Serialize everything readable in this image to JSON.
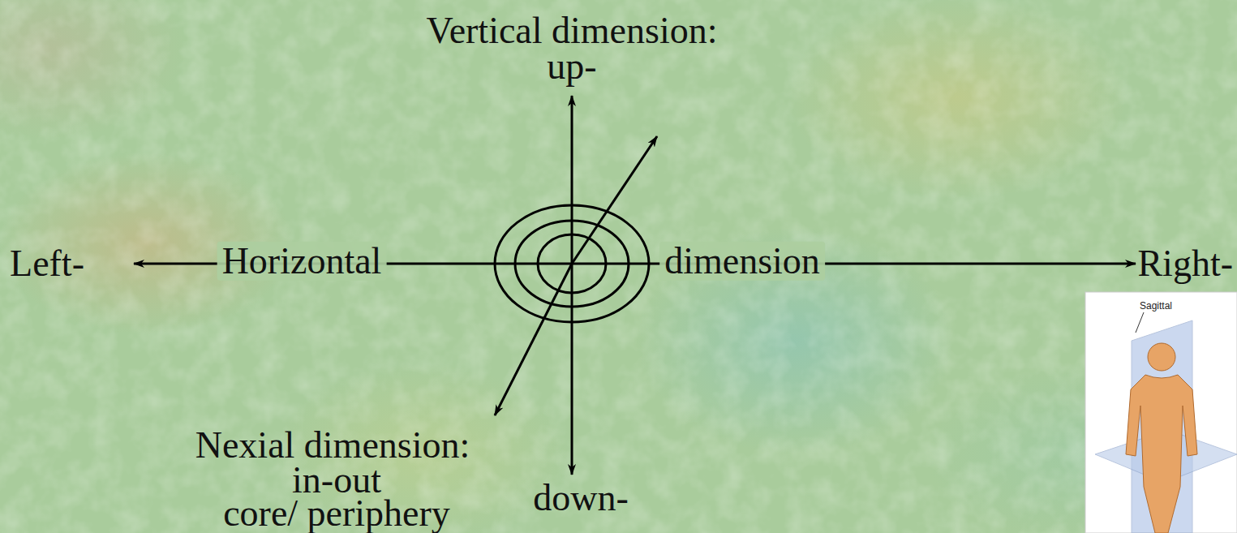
{
  "diagram": {
    "labels": [
      "Vertical dimension:",
      "up-",
      "Left-",
      "Horizontal",
      "dimension",
      "Right-",
      "Nexial dimension:",
      "in-out",
      "core/ periphery",
      "down-",
      "Sagittal"
    ]
  }
}
